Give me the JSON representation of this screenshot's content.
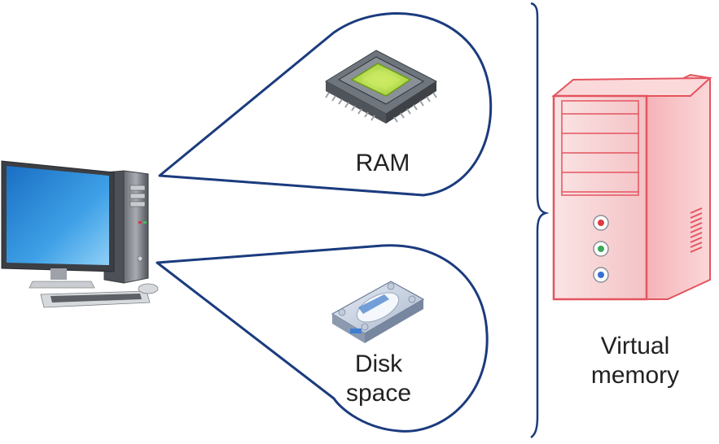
{
  "labels": {
    "ram": "RAM",
    "disk_line1": "Disk",
    "disk_line2": "space",
    "virtual_line1": "Virtual",
    "virtual_line2": "memory"
  },
  "colors": {
    "outline": "#1b3b7e",
    "chip_green": "#b7e04a",
    "monitor_screen": "#2a8fd8",
    "server_pink": "#f7c9cc",
    "server_edge": "#e4545e"
  },
  "icons": [
    "desktop-computer-icon",
    "ram-chip-icon",
    "hard-disk-icon",
    "server-tower-icon",
    "curly-brace-icon"
  ]
}
